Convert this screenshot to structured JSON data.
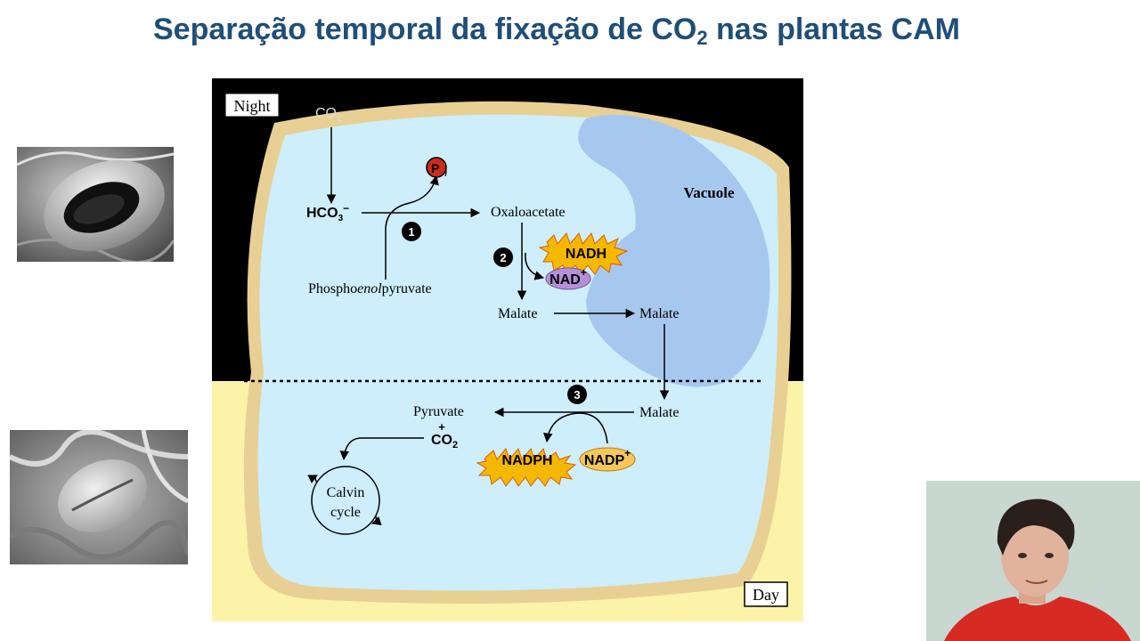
{
  "slide": {
    "title_main": "Separação temporal da fixação de CO",
    "title_sub": "2",
    "title_end": " nas plantas CAM"
  },
  "diagram": {
    "night_label": "Night",
    "day_label": "Day",
    "vacuole_label": "Vacuole",
    "co2_top": "CO",
    "co2_top_sub": "2",
    "hco3": "HCO",
    "hco3_sub": "3",
    "hco3_charge": "−",
    "pi_letter": "P",
    "pi_sub": "i",
    "oxaloacetate": "Oxaloacetate",
    "pep_pre": "Phospho",
    "pep_italic": "enol",
    "pep_post": "pyruvate",
    "step1": "1",
    "step2": "2",
    "step3": "3",
    "nadh": "NADH",
    "nad": "NAD",
    "nad_charge": "+",
    "malate_left": "Malate",
    "malate_vacuole": "Malate",
    "malate_day": "Malate",
    "pyruvate": "Pyruvate",
    "plus": "+",
    "co2_day": "CO",
    "co2_day_sub": "2",
    "nadph": "NADPH",
    "nadp": "NADP",
    "nadp_charge": "+",
    "calvin_line1": "Calvin",
    "calvin_line2": "cycle"
  },
  "colors": {
    "title": "#1f4e79",
    "night_bg": "#000000",
    "day_bg": "#fbf3a8",
    "cell_wall": "#e8cf93",
    "cytoplasm": "#cdeefa",
    "vacuole": "#a7c8ee",
    "nadh_burst": "#f5b800",
    "nad_ellipse": "#b78fd6",
    "pi_circle": "#cc2b1a"
  },
  "icons": {
    "photo_top": "stoma-open-micrograph",
    "photo_bottom": "stoma-closed-micrograph",
    "webcam": "presenter-webcam"
  }
}
